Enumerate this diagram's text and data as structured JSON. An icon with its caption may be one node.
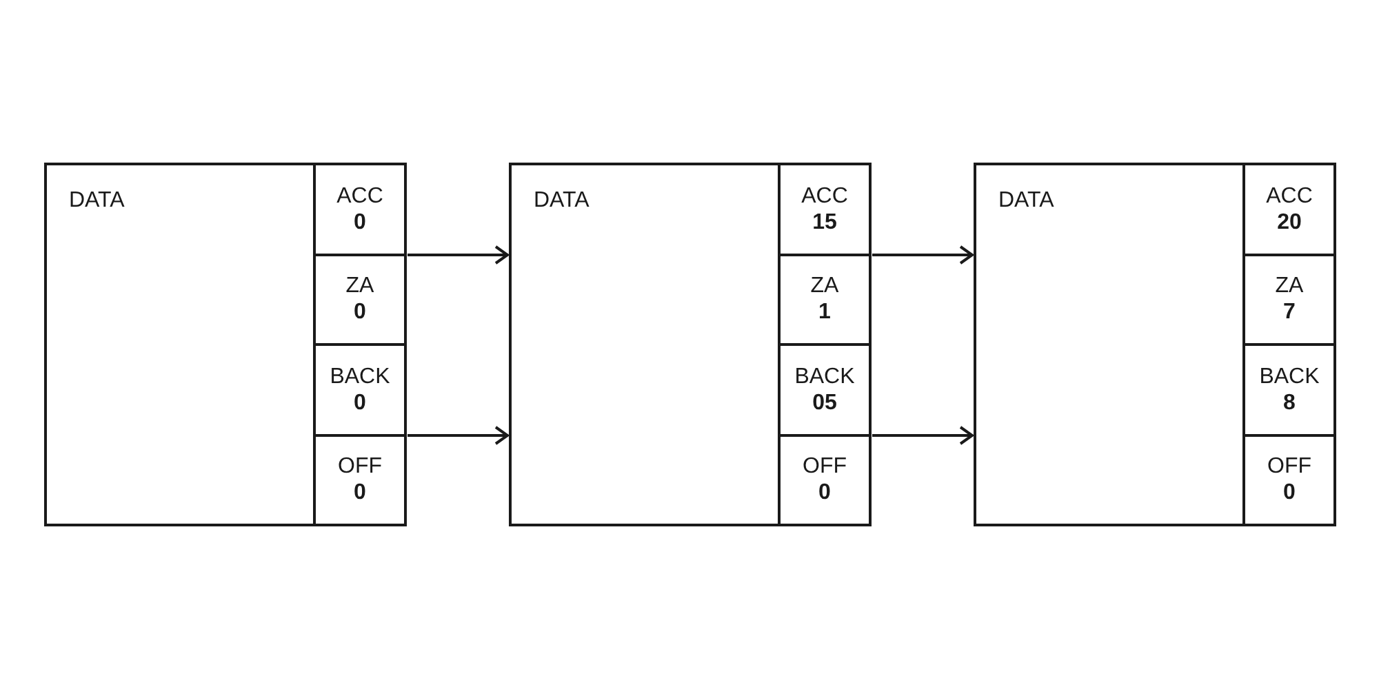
{
  "diagram": {
    "nodes": [
      {
        "text": [
          "DATA"
        ]
      },
      {
        "text": [
          "ACC",
          "0"
        ],
        "in": 0
      },
      {
        "text": [
          "ZA",
          "0"
        ],
        "in": 0
      },
      {
        "text": [
          "BACK",
          "0"
        ],
        "in": 0
      },
      {
        "text": [
          "OFF",
          "0"
        ],
        "in": 0
      },
      {
        "text": [
          "DATA"
        ]
      },
      {
        "text": [
          "ACC",
          "15"
        ],
        "in": 5
      },
      {
        "text": [
          "ZA",
          "1"
        ],
        "in": 5
      },
      {
        "text": [
          "BACK",
          "05"
        ],
        "in": 5
      },
      {
        "text": [
          "OFF",
          "0"
        ],
        "in": 5
      },
      {
        "text": [
          "DATA"
        ]
      },
      {
        "text": [
          "ACC",
          "20"
        ],
        "in": 10
      },
      {
        "text": [
          "ZA",
          "7"
        ],
        "in": 10
      },
      {
        "text": [
          "BACK",
          "8"
        ],
        "in": 10
      },
      {
        "text": [
          "OFF",
          "0"
        ],
        "in": 10
      }
    ],
    "edges": [
      {
        "from": 0,
        "to": 5,
        "arrow": "to"
      },
      {
        "from": 0,
        "to": 5,
        "arrow": "to"
      },
      {
        "from": 5,
        "to": 10,
        "arrow": "to"
      },
      {
        "from": 5,
        "to": 10,
        "arrow": "to"
      }
    ]
  }
}
